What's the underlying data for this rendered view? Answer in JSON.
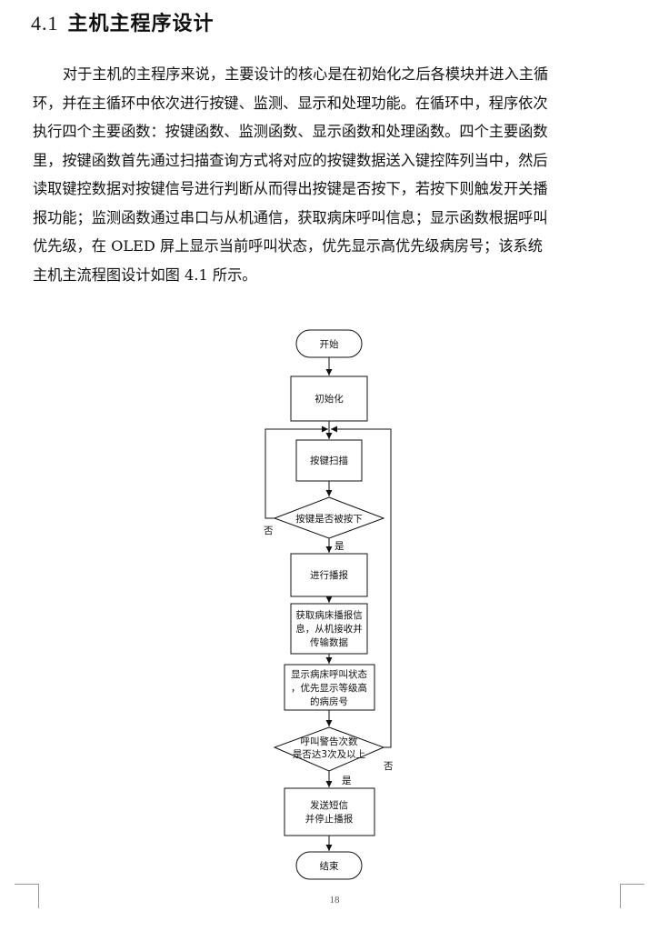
{
  "section": {
    "number": "4.1",
    "title": "主机主程序设计"
  },
  "paragraph_lines": [
    "对于主机的主程序来说，主要设计的核心是在初始化之后各模块并进入主循",
    "环，并在主循环中依次进行按键、监测、显示和处理功能。在循环中，程序依次",
    "执行四个主要函数：按键函数、监测函数、显示函数和处理函数。四个主要函数",
    "里，按键函数首先通过扫描查询方式将对应的按键数据送入键控阵列当中，然后",
    "读取键控数据对按键信号进行判断从而得出按键是否按下，若按下则触发开关播",
    "报功能；监测函数通过串口与从机通信，获取病床呼叫信息；显示函数根据呼叫",
    "优先级，在 OLED 屏上显示当前呼叫状态，优先显示高优先级病房号；该系统",
    "主机主流程图设计如图 4.1 所示。"
  ],
  "flowchart": {
    "start": "开始",
    "init": "初始化",
    "scan": "按键扫描",
    "decision1": "按键是否被按下",
    "d1_no": "否",
    "d1_yes": "是",
    "announce": "进行播报",
    "fetch": [
      "获取病床播报信",
      "息，从机接收并",
      "传输数据"
    ],
    "display": [
      "显示病床呼叫状态",
      "，优先显示等级高",
      "的病房号"
    ],
    "decision2": [
      "呼叫警告次数",
      "是否达3次及以上"
    ],
    "d2_no": "否",
    "d2_yes": "是",
    "sms": [
      "发送短信",
      "并停止播报"
    ],
    "end": "结束"
  },
  "page_number": "18"
}
